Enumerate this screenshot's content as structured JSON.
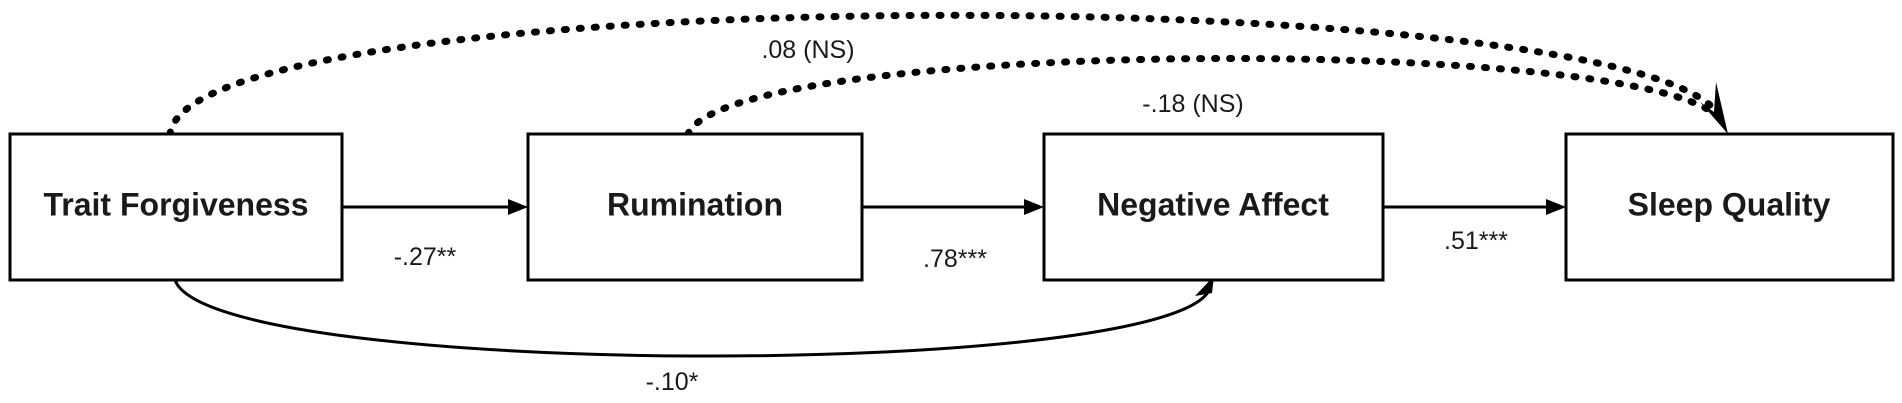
{
  "nodes": {
    "trait_forgiveness": "Trait Forgiveness",
    "rumination": "Rumination",
    "negative_affect": "Negative Affect",
    "sleep_quality": "Sleep Quality"
  },
  "paths": {
    "forgiveness_to_rumination": {
      "label": "-.27**",
      "style": "solid"
    },
    "rumination_to_negative_affect": {
      "label": ".78***",
      "style": "solid"
    },
    "negative_affect_to_sleep_quality": {
      "label": ".51***",
      "style": "solid"
    },
    "forgiveness_to_negative_affect": {
      "label": "-.10*",
      "style": "solid"
    },
    "forgiveness_to_sleep_quality": {
      "label": ".08 (NS)",
      "style": "dotted"
    },
    "rumination_to_sleep_quality": {
      "label": "-.18 (NS)",
      "style": "dotted"
    }
  },
  "colors": {
    "stroke": "#000000",
    "text": "#1a1a1a",
    "background": "#ffffff"
  }
}
